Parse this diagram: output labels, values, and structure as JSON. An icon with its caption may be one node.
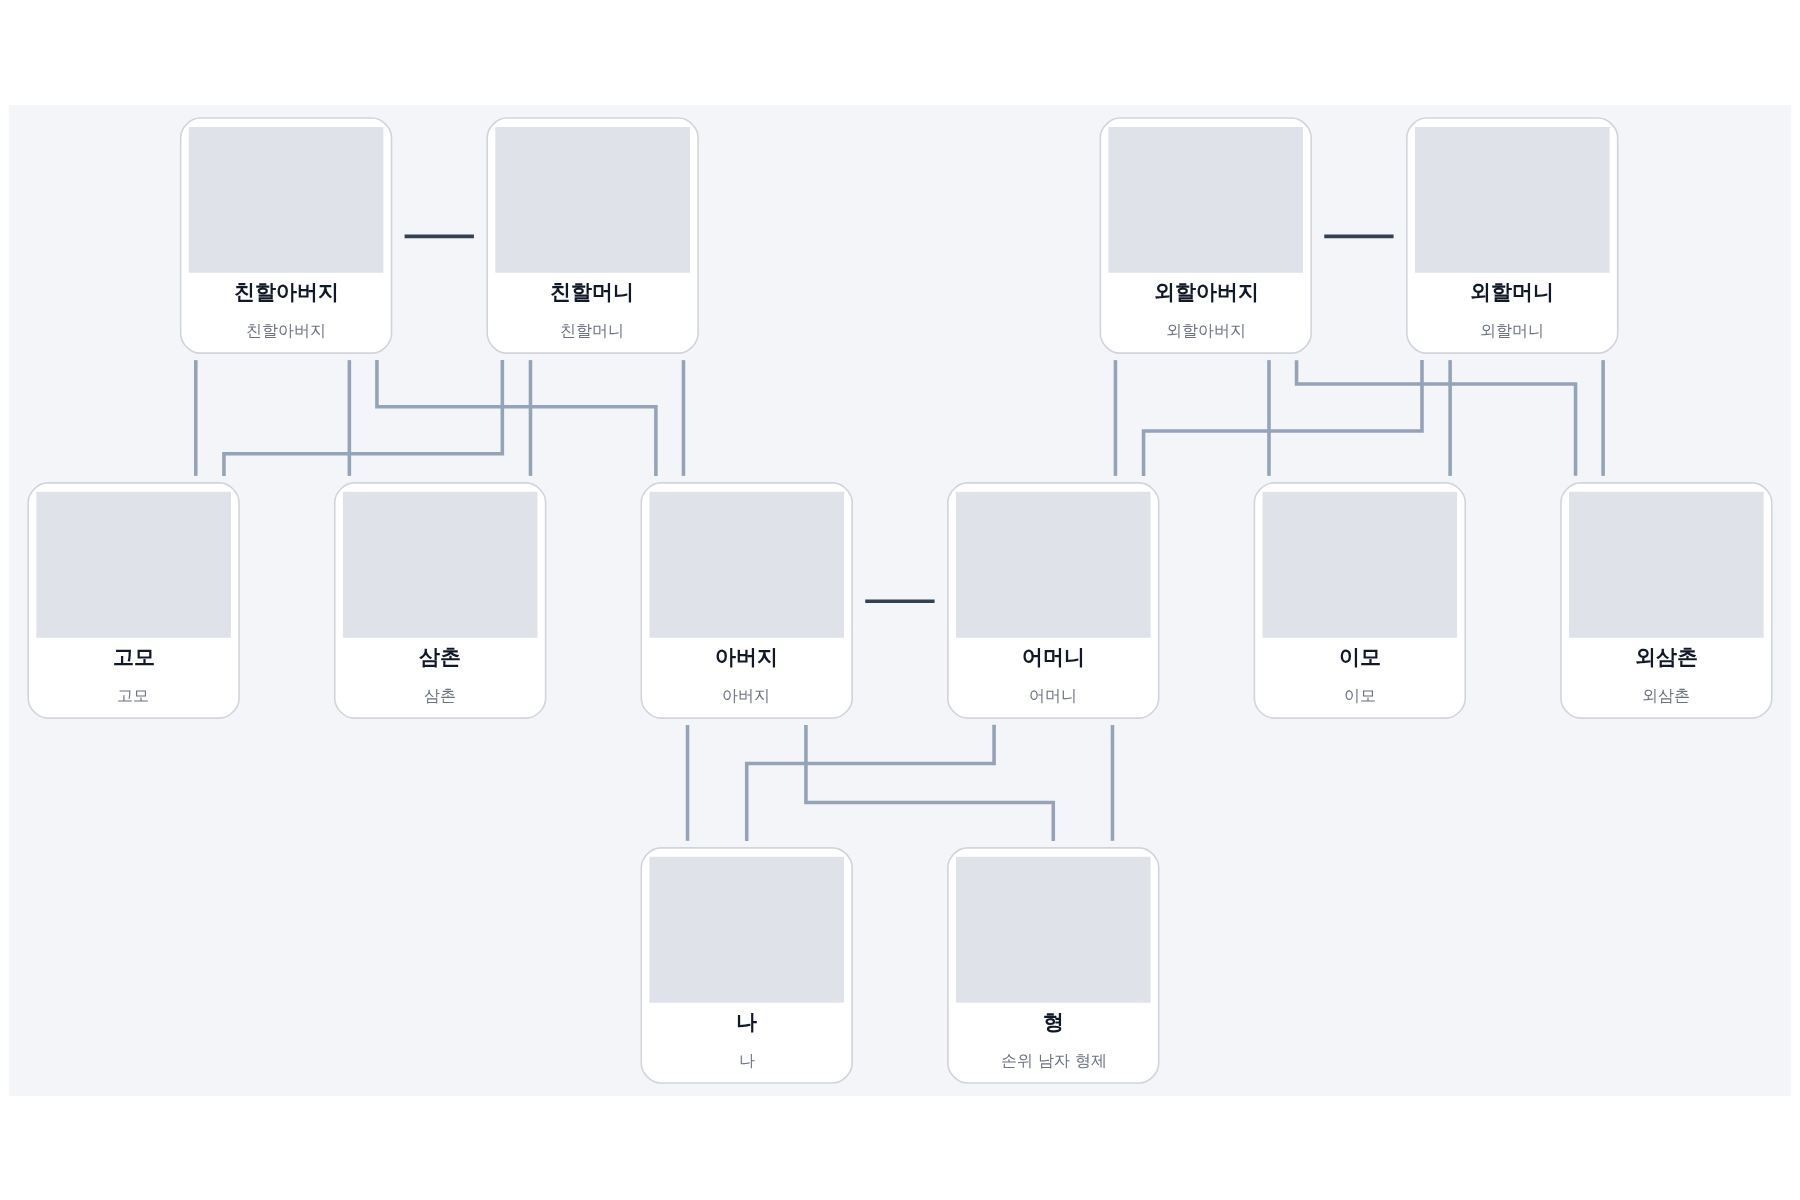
{
  "diagram": {
    "nodes": [
      {
        "text": [
          "친할아버지",
          "친할아버지"
        ]
      },
      {
        "text": [
          "친할머니",
          "친할머니"
        ]
      },
      {
        "text": [
          "외할아버지",
          "외할아버지"
        ]
      },
      {
        "text": [
          "외할머니",
          "외할머니"
        ]
      },
      {
        "text": [
          "고모",
          "고모"
        ]
      },
      {
        "text": [
          "삼촌",
          "삼촌"
        ]
      },
      {
        "text": [
          "아버지",
          "아버지"
        ]
      },
      {
        "text": [
          "어머니",
          "어머니"
        ]
      },
      {
        "text": [
          "이모",
          "이모"
        ]
      },
      {
        "text": [
          "외삼촌",
          "외삼촌"
        ]
      },
      {
        "text": [
          "나",
          "나"
        ]
      },
      {
        "text": [
          "형",
          "손위 남자 형제"
        ]
      }
    ],
    "edges": [
      {
        "from": 0,
        "to": 1,
        "arrow": "none",
        "color": "#334155"
      },
      {
        "from": 0,
        "to": 4,
        "arrow": "none"
      },
      {
        "from": 0,
        "to": 5,
        "arrow": "none"
      },
      {
        "from": 0,
        "to": 6,
        "arrow": "none"
      },
      {
        "from": 1,
        "to": 4,
        "arrow": "none"
      },
      {
        "from": 1,
        "to": 5,
        "arrow": "none"
      },
      {
        "from": 1,
        "to": 6,
        "arrow": "none"
      },
      {
        "from": 2,
        "to": 3,
        "arrow": "none",
        "color": "#334155"
      },
      {
        "from": 2,
        "to": 7,
        "arrow": "none"
      },
      {
        "from": 2,
        "to": 8,
        "arrow": "none"
      },
      {
        "from": 2,
        "to": 9,
        "arrow": "none"
      },
      {
        "from": 3,
        "to": 7,
        "arrow": "none"
      },
      {
        "from": 3,
        "to": 8,
        "arrow": "none"
      },
      {
        "from": 3,
        "to": 9,
        "arrow": "none"
      },
      {
        "from": 6,
        "to": 7,
        "arrow": "none",
        "color": "#334155"
      },
      {
        "from": 6,
        "to": 10,
        "arrow": "none"
      },
      {
        "from": 6,
        "to": 11,
        "arrow": "none"
      },
      {
        "from": 7,
        "to": 10,
        "arrow": "none"
      },
      {
        "from": 7,
        "to": 11,
        "arrow": "none"
      }
    ]
  }
}
